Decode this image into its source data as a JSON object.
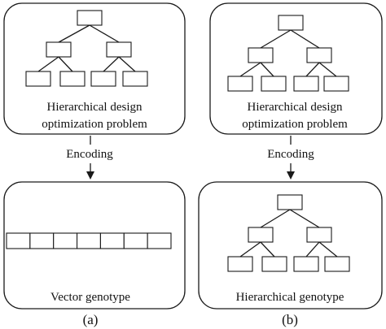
{
  "panels": [
    {
      "problem_line1": "Hierarchical design",
      "problem_line2": "optimization problem",
      "arrow_label": "Encoding",
      "genotype_label": "Vector genotype",
      "genotype_kind": "vector",
      "vector_cells": 7,
      "sublabel": "(a)"
    },
    {
      "problem_line1": "Hierarchical design",
      "problem_line2": "optimization problem",
      "arrow_label": "Encoding",
      "genotype_label": "Hierarchical genotype",
      "genotype_kind": "tree",
      "sublabel": "(b)"
    }
  ],
  "colors": {
    "stroke": "#1a1a1a",
    "fill": "#ffffff",
    "text": "#111111"
  }
}
